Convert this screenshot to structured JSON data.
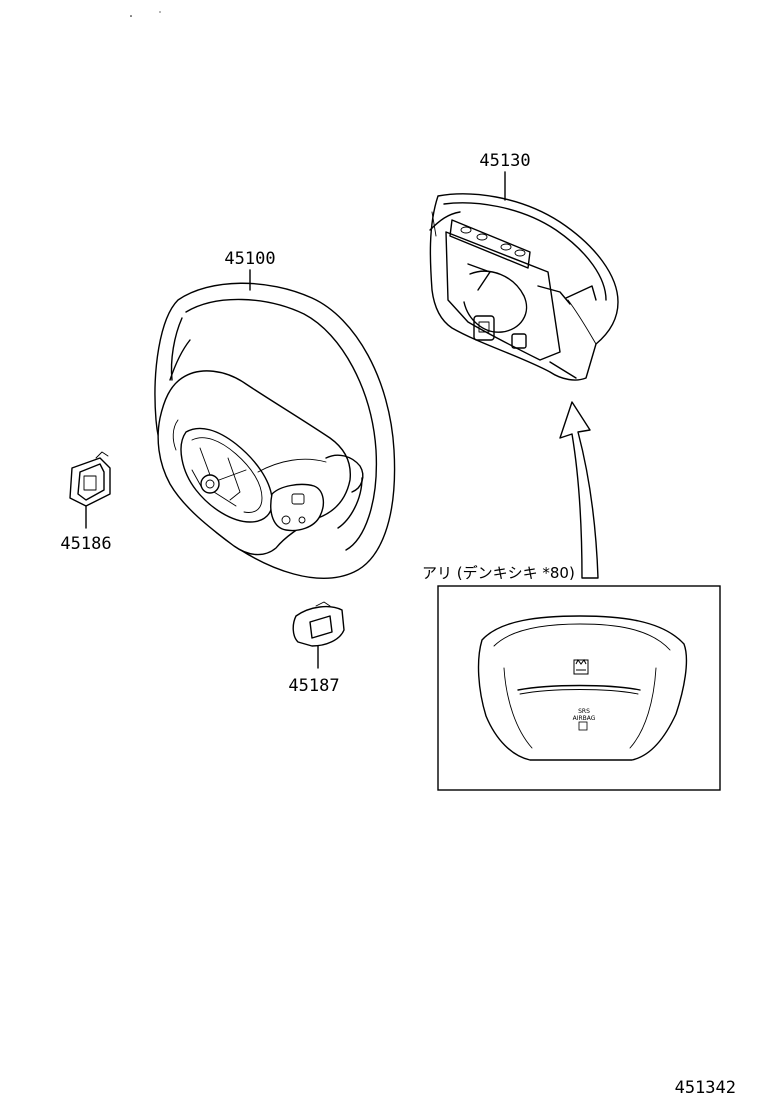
{
  "diagram": {
    "parts": [
      {
        "id": "steering_wheel",
        "number": "45100"
      },
      {
        "id": "horn_pad_airbag",
        "number": "45130"
      },
      {
        "id": "left_cover",
        "number": "45186"
      },
      {
        "id": "right_cover",
        "number": "45187"
      }
    ],
    "variant_caption": "アリ (デ゙ンキシキ  *80)",
    "inset_pad_text": {
      "line1": "SRS",
      "line2": "AIRBAG"
    },
    "illustration_id": "451342"
  }
}
